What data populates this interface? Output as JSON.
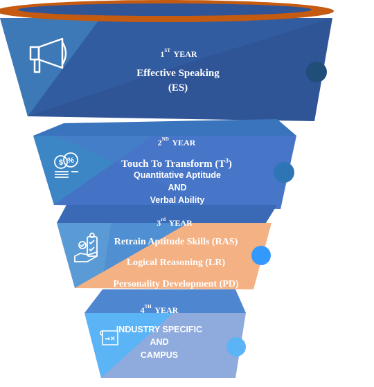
{
  "stages": [
    {
      "year_num": "1",
      "year_sup": "ST",
      "year_word": "YEAR",
      "lines": [
        "Effective Speaking",
        "(ES)"
      ],
      "icon": "megaphone-icon",
      "color": "#2f5597"
    },
    {
      "year_num": "2",
      "year_sup": "ND",
      "year_word": "YEAR",
      "title_main": "Touch To Transform (T",
      "title_sup": "3",
      "title_end": ")",
      "lines": [
        "Quantitative Aptitude",
        "AND",
        "Verbal Ability"
      ],
      "icon": "coins-percent-icon",
      "color": "#4472c4"
    },
    {
      "year_num": "3",
      "year_sup": "rd",
      "year_word": "YEAR",
      "lines": [
        "Retrain Aptitude Skills (RAS)",
        "Logical Reasoning (LR)",
        "Personality Development (PD)"
      ],
      "icon": "hand-checklist-icon",
      "color": "#f4b183"
    },
    {
      "year_num": "4",
      "year_sup": "TH",
      "year_word": "YEAR",
      "lines": [
        "INDUSTRY SPECIFIC",
        "AND",
        "CAMPUS"
      ],
      "icon": "certificate-icon",
      "color": "#8faadc"
    }
  ],
  "colors": {
    "rim": "#c55a11",
    "rim_inner": "#2f5597",
    "dot_1": "#1f4e79",
    "dot_2": "#2e75b6",
    "dot_3": "#3399ff",
    "dot_4": "#5bb4f5"
  }
}
